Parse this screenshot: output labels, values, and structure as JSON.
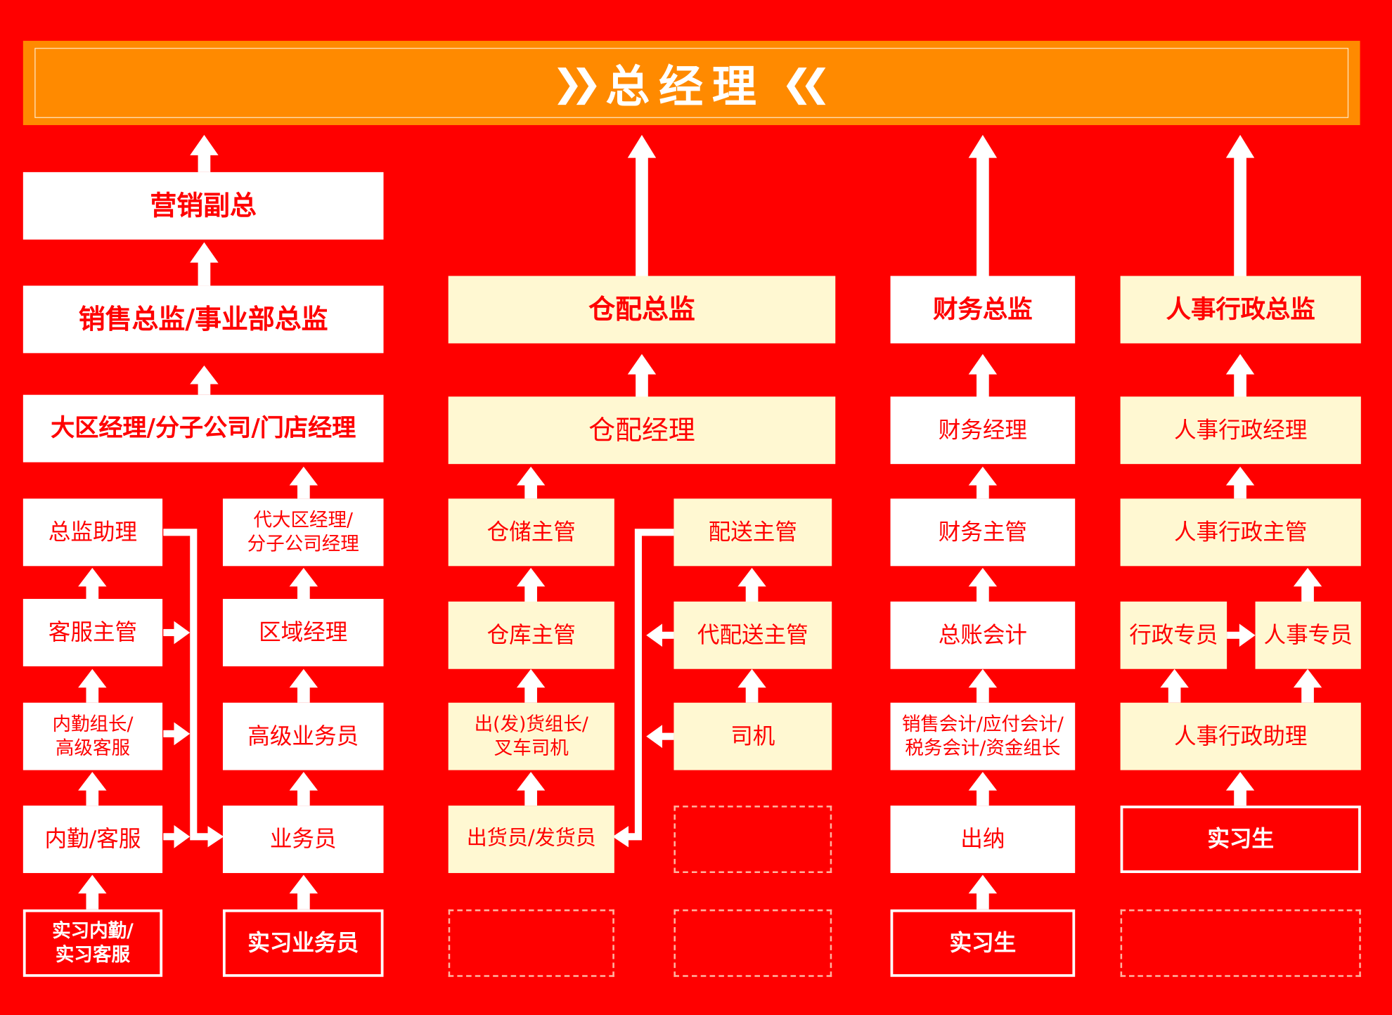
{
  "header": {
    "title": "总经理"
  },
  "colors": {
    "background": "#ff0000",
    "banner": "#ff8a00",
    "box_white": "#ffffff",
    "box_cream": "#fff8d2",
    "text": "#ff0000"
  },
  "marketing": {
    "vp": "营销副总",
    "sales_director": "销售总监/事业部总监",
    "regional_manager": "大区经理/分子公司/门店经理",
    "director_assistant": "总监助理",
    "cs_supervisor": "客服主管",
    "office_lead": "内勤组长/\n高级客服",
    "office_cs": "内勤/客服",
    "intern_office": "实习内勤/\n实习客服",
    "acting_regional": "代大区经理/\n分子公司经理",
    "area_manager": "区域经理",
    "senior_sales": "高级业务员",
    "sales_rep": "业务员",
    "intern_sales": "实习业务员"
  },
  "logistics": {
    "director": "仓配总监",
    "manager": "仓配经理",
    "storage_supervisor": "仓储主管",
    "warehouse_supervisor": "仓库主管",
    "shipping_lead": "出(发)货组长/\n叉车司机",
    "shipping_clerk": "出货员/发货员",
    "delivery_supervisor": "配送主管",
    "acting_delivery": "代配送主管",
    "driver": "司机"
  },
  "finance": {
    "director": "财务总监",
    "manager": "财务经理",
    "supervisor": "财务主管",
    "ledger": "总账会计",
    "accountants": "销售会计/应付会计/\n税务会计/资金组长",
    "cashier": "出纳",
    "intern": "实习生"
  },
  "hr": {
    "director": "人事行政总监",
    "manager": "人事行政经理",
    "supervisor": "人事行政主管",
    "admin_specialist": "行政专员",
    "hr_specialist": "人事专员",
    "assistant": "人事行政助理",
    "intern": "实习生"
  }
}
